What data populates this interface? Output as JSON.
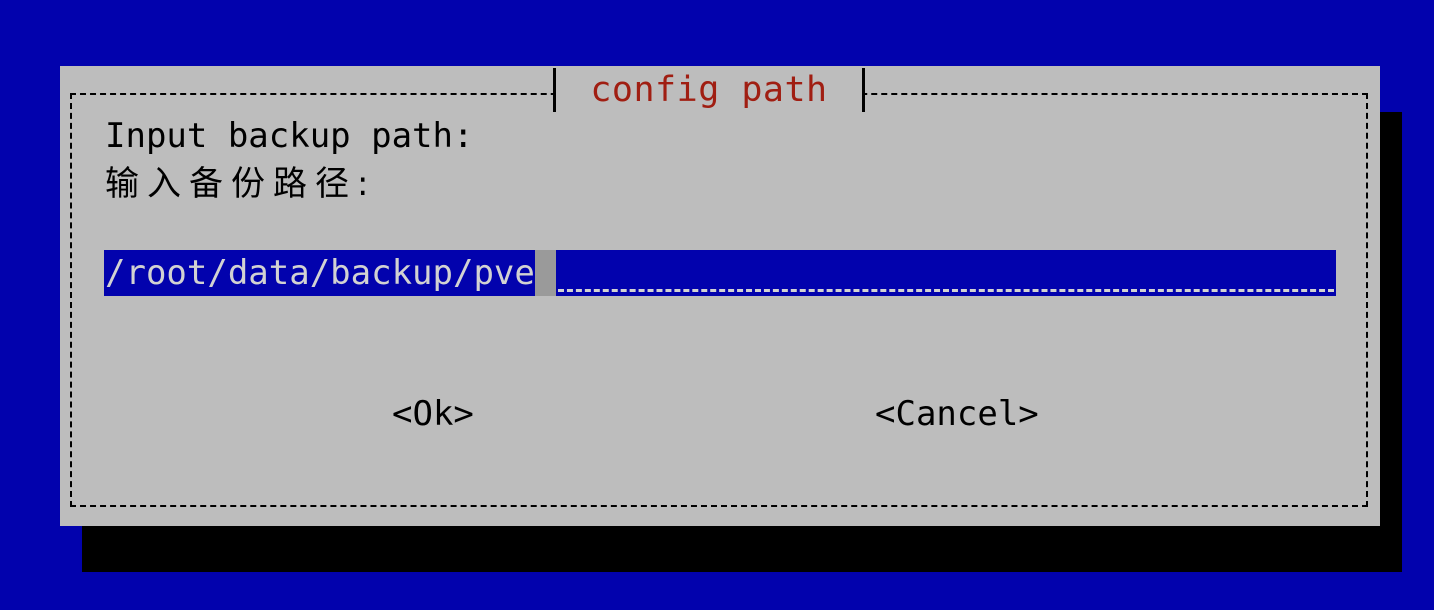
{
  "dialog": {
    "title": "config path",
    "prompt_en": "Input backup path:",
    "prompt_cn": "输入备份路径:",
    "input_value": "/root/data/backup/pve",
    "ok_label": "<Ok>",
    "cancel_label": "<Cancel>"
  },
  "colors": {
    "background": "#0202ad",
    "dialog": "#bdbdbd",
    "title": "#a01e12",
    "input_bg": "#0202ad",
    "input_text": "#d2d2d2"
  }
}
